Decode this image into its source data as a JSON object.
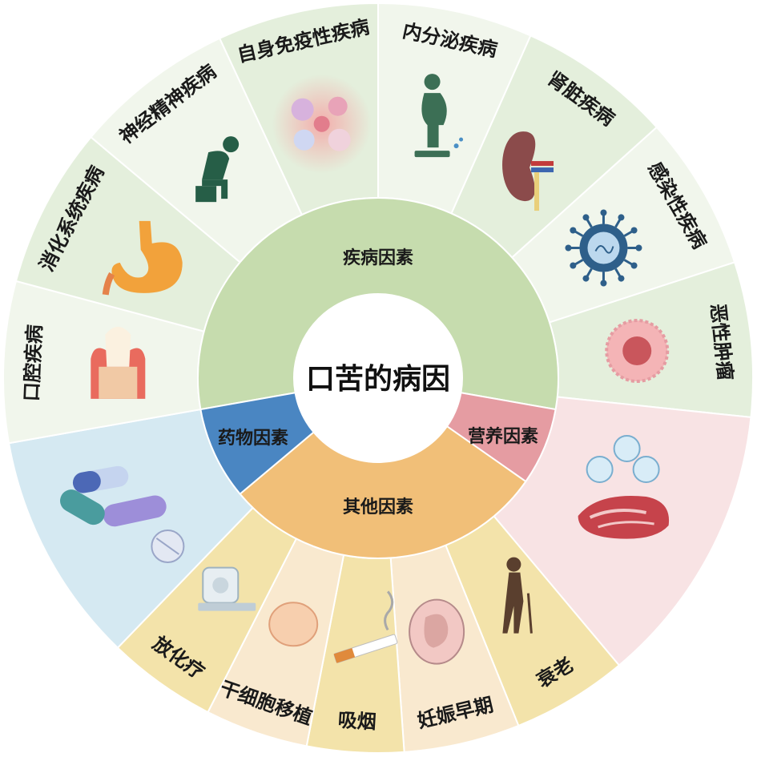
{
  "diagram": {
    "center_title": "口苦的病因",
    "colors": {
      "disease_outer": "#e4efdc",
      "disease_outer_alt": "#f1f6ec",
      "disease_inner": "#c6dcae",
      "drug_outer": "#d5e9f2",
      "drug_inner": "#4a86c2",
      "nutrition_outer": "#f8e3e4",
      "nutrition_inner": "#e59ca2",
      "other_outer_a": "#f3e3aa",
      "other_outer_b": "#f9e9cf",
      "other_inner": "#f1bf78"
    },
    "categories": [
      {
        "id": "disease",
        "label": "疾病因素"
      },
      {
        "id": "nutrition",
        "label": "营养因素"
      },
      {
        "id": "other",
        "label": "其他因素"
      },
      {
        "id": "drug",
        "label": "药物因素"
      }
    ],
    "segments": [
      {
        "label": "内分泌疾病",
        "icon": "scale-person-icon",
        "group": "disease"
      },
      {
        "label": "肾脏疾病",
        "icon": "kidney-icon",
        "group": "disease"
      },
      {
        "label": "感染性疾病",
        "icon": "virus-icon",
        "group": "disease"
      },
      {
        "label": "恶性肿瘤",
        "icon": "tumor-cell-icon",
        "group": "disease"
      },
      {
        "label": "",
        "icon": "meat-vitamin-icon",
        "group": "nutrition"
      },
      {
        "label": "衰老",
        "icon": "elderly-person-icon",
        "group": "other"
      },
      {
        "label": "妊娠早期",
        "icon": "fetus-icon",
        "group": "other"
      },
      {
        "label": "吸烟",
        "icon": "cigarette-icon",
        "group": "other"
      },
      {
        "label": "干细胞移植",
        "icon": "stem-cell-icon",
        "group": "other"
      },
      {
        "label": "放化疗",
        "icon": "radiotherapy-machine-icon",
        "group": "other"
      },
      {
        "label": "",
        "icon": "pills-icon",
        "group": "drug"
      },
      {
        "label": "口腔疾病",
        "icon": "tooth-icon",
        "group": "disease"
      },
      {
        "label": "消化系统疾病",
        "icon": "stomach-icon",
        "group": "disease"
      },
      {
        "label": "神经精神疾病",
        "icon": "depressed-person-icon",
        "group": "disease"
      },
      {
        "label": "自身免疫性疾病",
        "icon": "immune-cells-icon",
        "group": "disease"
      }
    ]
  }
}
